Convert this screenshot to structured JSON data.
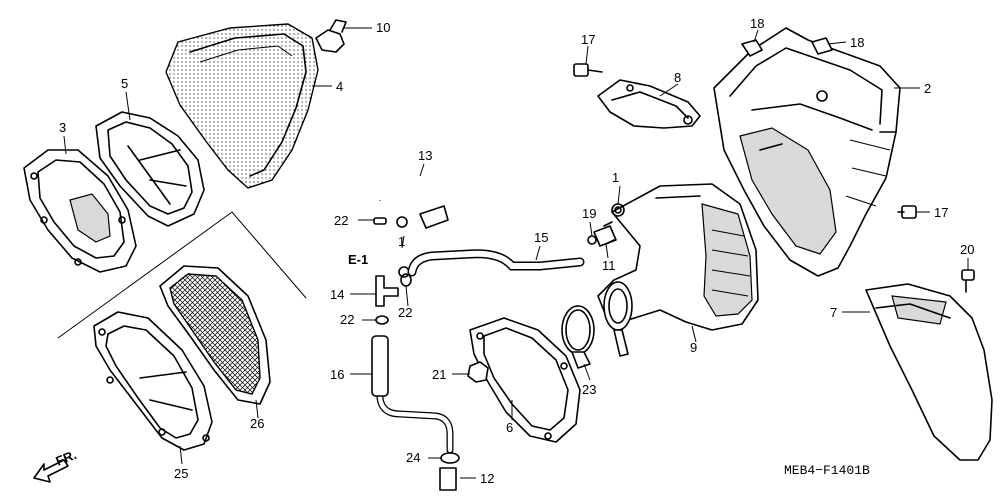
{
  "diagram_code": "MEB4−F1401B",
  "front_marker": "FR.",
  "section_ref": "E-1",
  "callouts": {
    "c1a": "1",
    "c1b": "1",
    "c2": "2",
    "c3": "3",
    "c4": "4",
    "c5": "5",
    "c6": "6",
    "c7": "7",
    "c8": "8",
    "c9": "9",
    "c10": "10",
    "c11": "11",
    "c12": "12",
    "c13": "13",
    "c14": "14",
    "c15": "15",
    "c16": "16",
    "c17a": "17",
    "c17b": "17",
    "c18a": "18",
    "c18b": "18",
    "c19": "19",
    "c20": "20",
    "c21": "21",
    "c22a": "22",
    "c22b": "22",
    "c22c": "22",
    "c23": "23",
    "c24": "24",
    "c25": "25",
    "c26": "26"
  }
}
